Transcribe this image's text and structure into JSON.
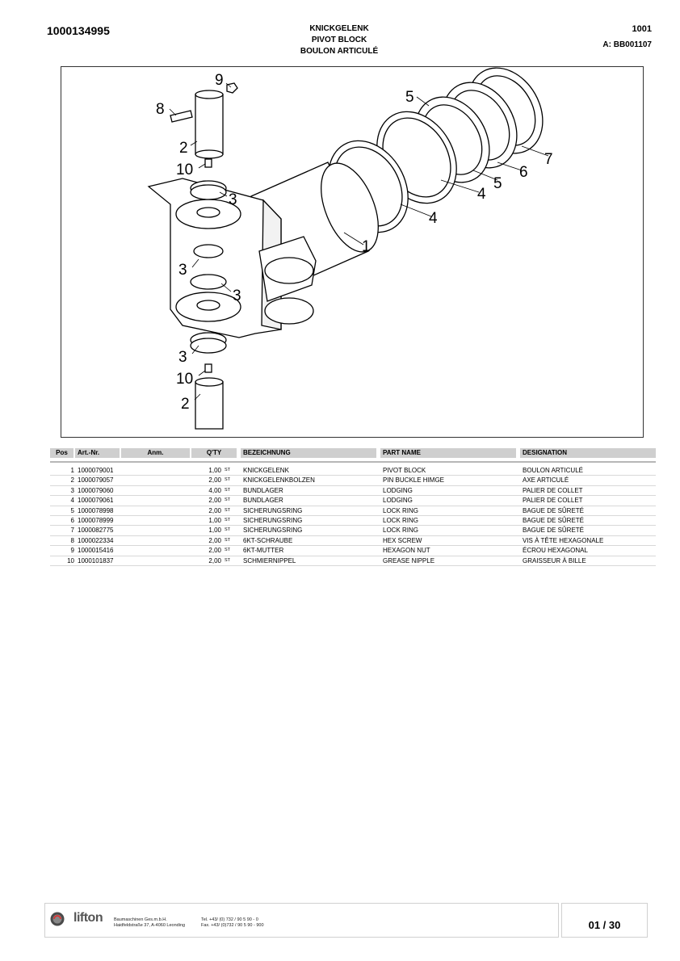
{
  "header": {
    "doc_id": "1000134995",
    "title_de": "KNICKGELENK",
    "title_en": "PIVOT BLOCK",
    "title_fr": "BOULON ARTICULÉ",
    "page_code": "1001",
    "assembly_code": "A: BB001107"
  },
  "drawing": {
    "callouts": [
      "9",
      "8",
      "2",
      "10",
      "3",
      "3",
      "3",
      "3",
      "10",
      "2",
      "5",
      "7",
      "6",
      "5",
      "4",
      "4",
      "1"
    ]
  },
  "parts_table": {
    "headers": {
      "pos": "Pos",
      "art": "Art.-Nr.",
      "anm": "Anm.",
      "qty": "Q'TY",
      "de": "BEZEICHNUNG",
      "en": "PART NAME",
      "fr": "DESIGNATION"
    },
    "rows": [
      {
        "pos": "1",
        "art": "1000079001",
        "qty": "1,00",
        "unit": "ST",
        "de": "KNICKGELENK",
        "en": "PIVOT BLOCK",
        "fr": "BOULON ARTICULÉ"
      },
      {
        "pos": "2",
        "art": "1000079057",
        "qty": "2,00",
        "unit": "ST",
        "de": "KNICKGELENKBOLZEN",
        "en": " PIN BUCKLE HIMGE",
        "fr": "AXE  ARTICULÉ"
      },
      {
        "pos": "3",
        "art": "1000079060",
        "qty": "4,00",
        "unit": "ST",
        "de": "BUNDLAGER",
        "en": "LODGING",
        "fr": "PALIER DE COLLET"
      },
      {
        "pos": "4",
        "art": "1000079061",
        "qty": "2,00",
        "unit": "ST",
        "de": "BUNDLAGER",
        "en": "LODGING",
        "fr": "PALIER DE COLLET"
      },
      {
        "pos": "5",
        "art": "1000078998",
        "qty": "2,00",
        "unit": "ST",
        "de": "SICHERUNGSRING",
        "en": "LOCK RING",
        "fr": "BAGUE DE SÛRETÉ"
      },
      {
        "pos": "6",
        "art": "1000078999",
        "qty": "1,00",
        "unit": "ST",
        "de": "SICHERUNGSRING",
        "en": "LOCK RING",
        "fr": "BAGUE DE SÛRETÉ"
      },
      {
        "pos": "7",
        "art": "1000082775",
        "qty": "1,00",
        "unit": "ST",
        "de": "SICHERUNGSRING",
        "en": "LOCK RING",
        "fr": "BAGUE DE SÛRETÉ"
      },
      {
        "pos": "8",
        "art": "1000022334",
        "qty": "2,00",
        "unit": "ST",
        "de": "6KT-SCHRAUBE",
        "en": "HEX SCREW",
        "fr": "VIS À TÊTE HEXAGONALE"
      },
      {
        "pos": "9",
        "art": "1000015416",
        "qty": "2,00",
        "unit": "ST",
        "de": "6KT-MUTTER",
        "en": "HEXAGON NUT",
        "fr": "ÉCROU HEXAGONAL"
      },
      {
        "pos": "10",
        "art": "1000101837",
        "qty": "2,00",
        "unit": "ST",
        "de": "SCHMIERNIPPEL",
        "en": "GREASE NIPPLE",
        "fr": "GRAISSEUR À BILLE"
      }
    ]
  },
  "footer": {
    "brand": "lifton",
    "company_line1": "Baumaschinen Ges.m.b.H.",
    "company_line2": "Haidfeldstraße 37, A-4060 Leonding",
    "tel": "Tel. +43/ (0) 732 / 90 5 90 - 0",
    "fax": "Fax. +43/ (0)732 / 90 5 90 - 900",
    "page_indicator": "01 / 30"
  }
}
